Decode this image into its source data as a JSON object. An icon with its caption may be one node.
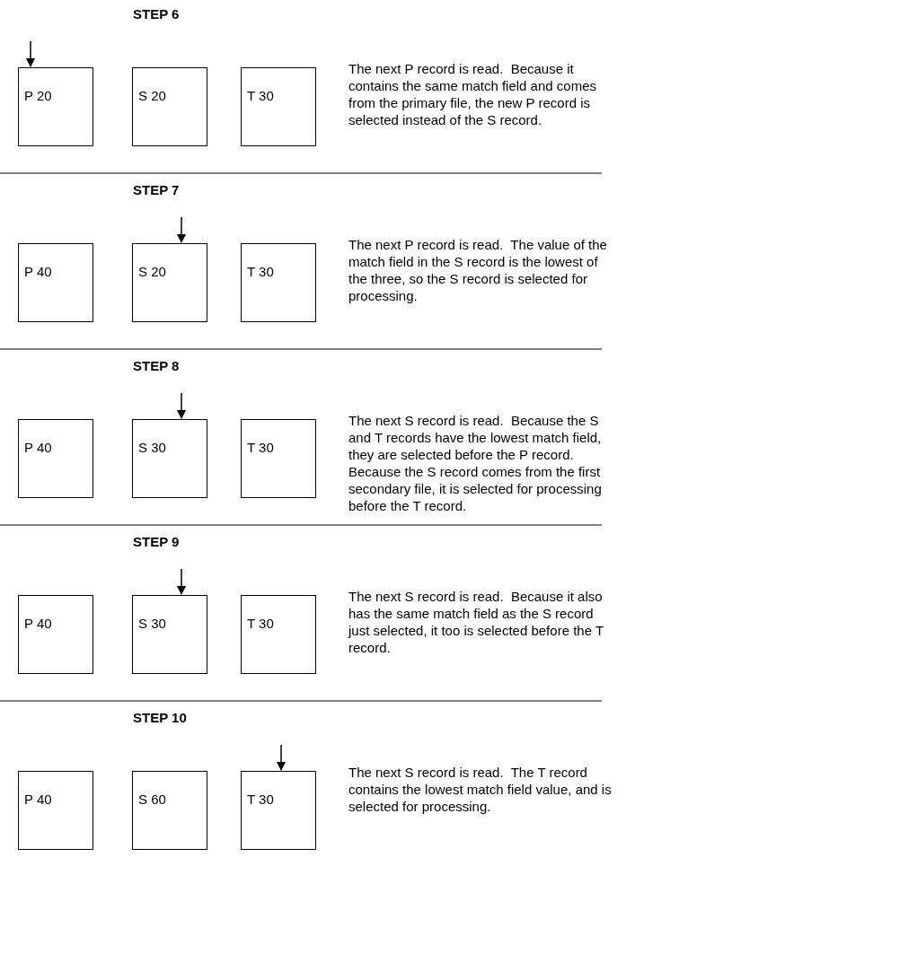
{
  "diagram": {
    "nodes": [
      {
        "text": [
          "P 20"
        ]
      },
      {
        "text": [
          "S 20"
        ]
      },
      {
        "text": [
          "T 30"
        ]
      },
      {
        "text": [
          "P 40"
        ]
      },
      {
        "text": [
          "S 20"
        ]
      },
      {
        "text": [
          "T 30"
        ]
      },
      {
        "text": [
          "P 40"
        ]
      },
      {
        "text": [
          "S 30"
        ]
      },
      {
        "text": [
          "T 30"
        ]
      },
      {
        "text": [
          "P 40"
        ]
      },
      {
        "text": [
          "S 30"
        ]
      },
      {
        "text": [
          "T 30"
        ]
      },
      {
        "text": [
          "P 40"
        ]
      },
      {
        "text": [
          "S 60"
        ]
      },
      {
        "text": [
          "T 30"
        ]
      }
    ],
    "edges": [
      {
        "from": null,
        "to": 0,
        "arrow": "to"
      },
      {
        "from": null,
        "to": 4,
        "arrow": "to"
      },
      {
        "from": null,
        "to": 7,
        "arrow": "to"
      },
      {
        "from": null,
        "to": 10,
        "arrow": "to"
      },
      {
        "from": null,
        "to": 14,
        "arrow": "to"
      }
    ],
    "labels": [
      "STEP 6",
      "The next P record is read.  Because it contains the same match field and comes from the primary file, the new P record is selected instead of the S record.",
      "STEP 7",
      "The next P record is read.  The value of the match field in the S record is the lowest of the three, so the S record is selected for processing.",
      "STEP 8",
      "The next S record is read.  Because the S and T records have the lowest match field, they are selected before the P record.  Because the S record comes from the first secondary file, it is selected for processing before the T record.",
      "STEP 9",
      "The next S record is read.  Because it also has the same match field as the S record just selected, it too is selected before the T record.",
      "STEP 10",
      "The next S record is read.  The T record contains the lowest match field value, and is selected for processing."
    ]
  }
}
